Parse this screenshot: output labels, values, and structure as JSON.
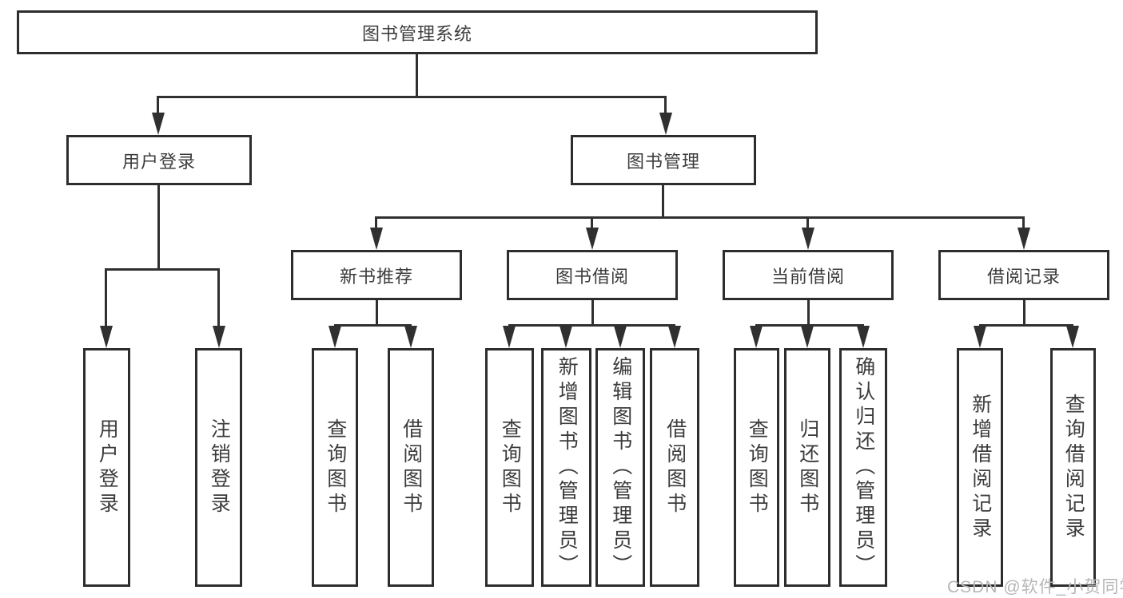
{
  "diagram": {
    "root": "图书管理系统",
    "level1": [
      "用户登录",
      "图书管理"
    ],
    "level2": [
      "新书推荐",
      "图书借阅",
      "当前借阅",
      "借阅记录"
    ],
    "leaves_user_login": [
      "用户登录",
      "注销登录"
    ],
    "leaves_new_book": [
      "查询图书",
      "借阅图书"
    ],
    "leaves_book_borrow": [
      "查询图书",
      "新增图书（管理员）",
      "编辑图书（管理员）",
      "借阅图书"
    ],
    "leaves_current_borrow": [
      "查询图书",
      "归还图书",
      "确认归还（管理员）"
    ],
    "leaves_borrow_records": [
      "新增借阅记录",
      "查询借阅记录"
    ]
  },
  "watermark": "CSDN @软件_小贺同学",
  "colors": {
    "line": "#303030",
    "box_border": "#2d2d2d",
    "text": "#3c3c3c",
    "watermark": "#b6b6b6",
    "background": "#ffffff"
  }
}
